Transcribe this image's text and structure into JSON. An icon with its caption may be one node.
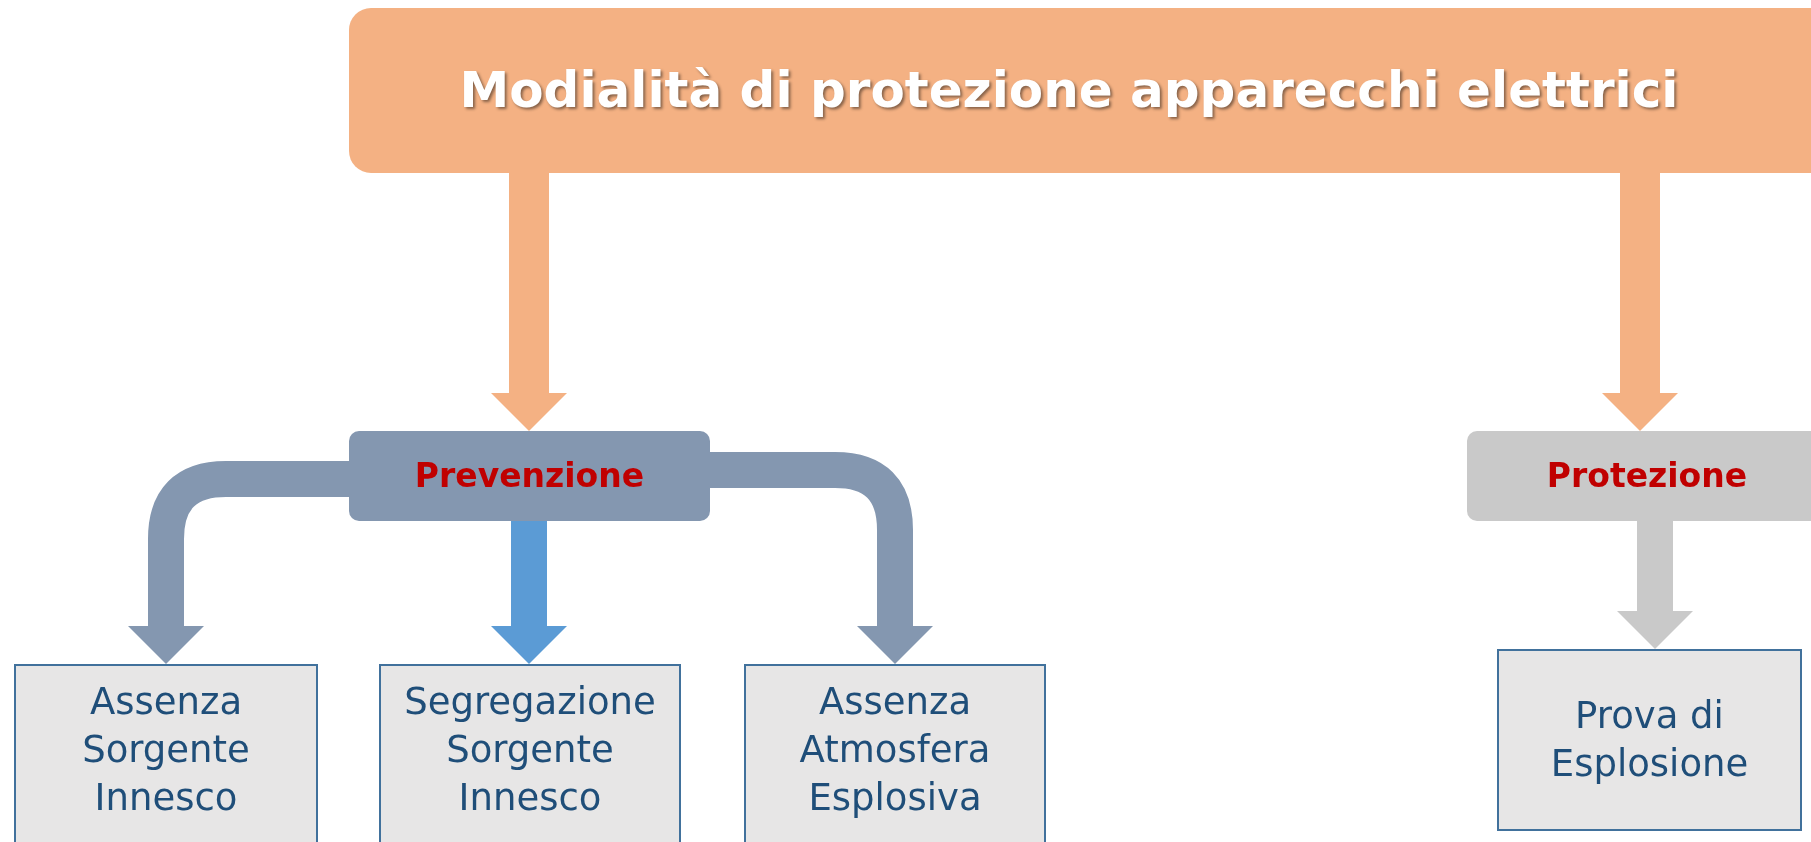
{
  "diagram": {
    "nodes": [
      {
        "text": [
          "Modialità di protezione apparecchi elettrici"
        ]
      },
      {
        "text": [
          "Prevenzione"
        ]
      },
      {
        "text": [
          "Protezione"
        ]
      },
      {
        "text": [
          "Assenza Sorgente Innesco"
        ]
      },
      {
        "text": [
          "Segregazione Sorgente Innesco"
        ]
      },
      {
        "text": [
          "Assenza Atmosfera Esplosiva"
        ]
      },
      {
        "text": [
          "Prova di Esplosione"
        ]
      }
    ],
    "edges": [
      {
        "from": 0,
        "to": 1,
        "arrow": "to",
        "color": "#f4b183"
      },
      {
        "from": 0,
        "to": 2,
        "arrow": "to",
        "color": "#f4b183"
      },
      {
        "from": 1,
        "to": 3,
        "arrow": "to",
        "color": "#8497b0"
      },
      {
        "from": 1,
        "to": 4,
        "arrow": "to",
        "color": "#5b9bd5"
      },
      {
        "from": 1,
        "to": 5,
        "arrow": "to",
        "color": "#8497b0"
      },
      {
        "from": 2,
        "to": 6,
        "arrow": "to",
        "color": "#c9c9c9"
      }
    ]
  }
}
